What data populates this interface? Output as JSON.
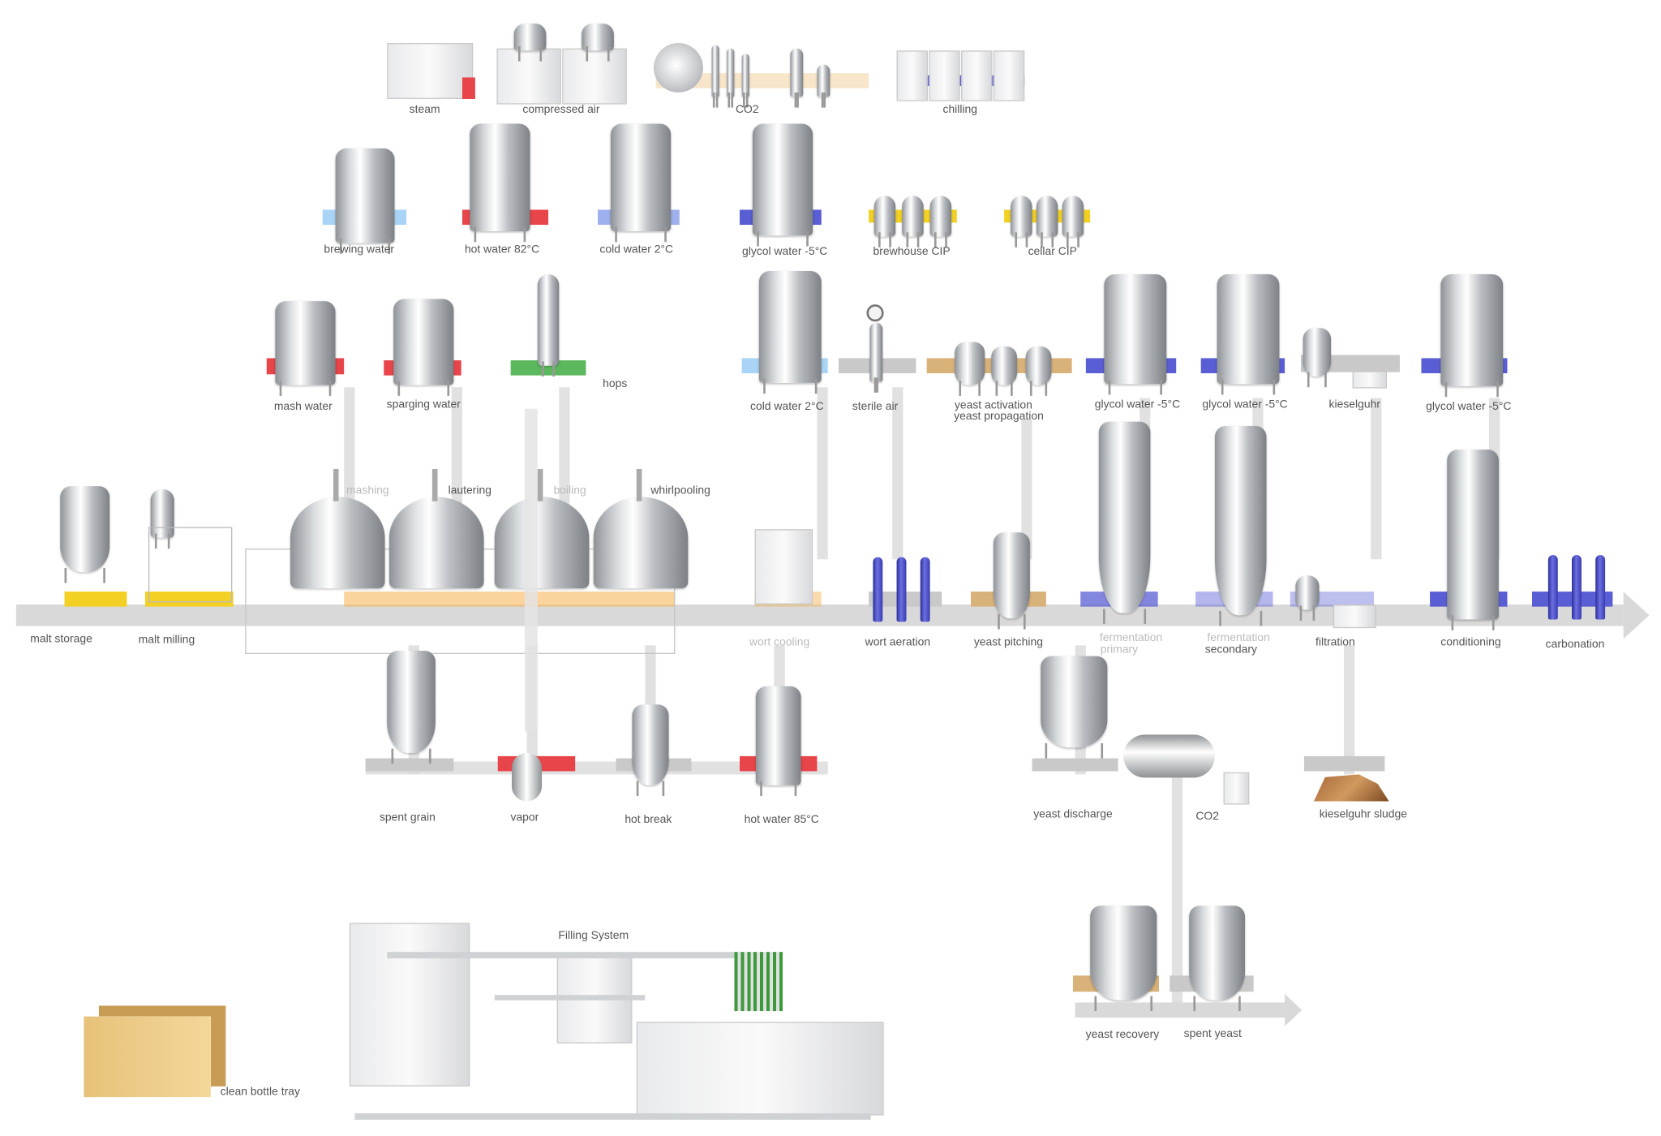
{
  "title_label": "Filling System",
  "utilities_top": {
    "steam": "steam",
    "compressed_air": "compressed air",
    "co2": "CO2",
    "chilling": "chilling"
  },
  "utilities_water": {
    "brewing_water": "brewing water",
    "hot_water_82": "hot water 82°C",
    "cold_water_2": "cold water 2°C",
    "glycol_water": "glycol water -5°C",
    "brewhouse_cip": "brewhouse CIP",
    "cellar_cip": "cellar CIP"
  },
  "inputs": {
    "mash_water": "mash water",
    "sparging_water": "sparging water",
    "hops": "hops",
    "cold_water_2": "cold water 2°C",
    "sterile_air": "sterile air",
    "yeast_activation": "yeast activation",
    "yeast_propagation": "yeast propagation",
    "glycol_water_1": "glycol water -5°C",
    "glycol_water_2": "glycol water -5°C",
    "kieselguhr": "kieselguhr",
    "glycol_water_3": "glycol water -5°C"
  },
  "process": {
    "malt_storage": "malt storage",
    "malt_milling": "malt milling",
    "mashing": "mashing",
    "lautering": "lautering",
    "boiling": "boiling",
    "whirlpooling": "whirlpooling",
    "wort_cooling": "wort cooling",
    "wort_aeration": "wort aeration",
    "yeast_pitching": "yeast pitching",
    "fermentation_primary_1": "fermentation",
    "fermentation_primary_2": "primary",
    "fermentation_secondary_1": "fermentation",
    "fermentation_secondary_2": "secondary",
    "filtration": "filtration",
    "conditioning": "conditioning",
    "carbonation": "carbonation"
  },
  "outputs": {
    "spent_grain": "spent grain",
    "vapor": "vapor",
    "hot_break": "hot break",
    "hot_water_85": "hot water 85°C",
    "yeast_discharge": "yeast discharge",
    "co2": "CO2",
    "kieselguhr_sludge": "kieselguhr sludge",
    "yeast_recovery": "yeast recovery",
    "spent_yeast": "spent yeast"
  },
  "packaging": {
    "filling_system": "Filling System",
    "clean_bottle_tray": "clean bottle tray"
  },
  "colors": {
    "flow_arrow": "#d9d9d9",
    "hot": "#e8454a",
    "cold": "#a9d4f5",
    "cold_water": "#9fb0ee",
    "glycol": "#5a5ed4",
    "cip": "#f2d024",
    "hops": "#5cb85c",
    "yeast": "#d9b27a",
    "brewhouse": "#f5b04a",
    "neutral": "#c9c9c9"
  }
}
